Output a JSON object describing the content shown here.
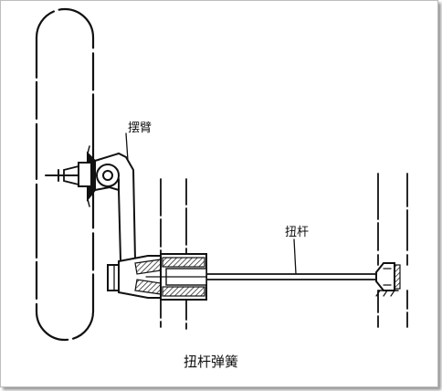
{
  "labels": {
    "swing_arm": "摆臂",
    "torsion_bar": "扭杆",
    "caption": "扭杆弹簧"
  }
}
